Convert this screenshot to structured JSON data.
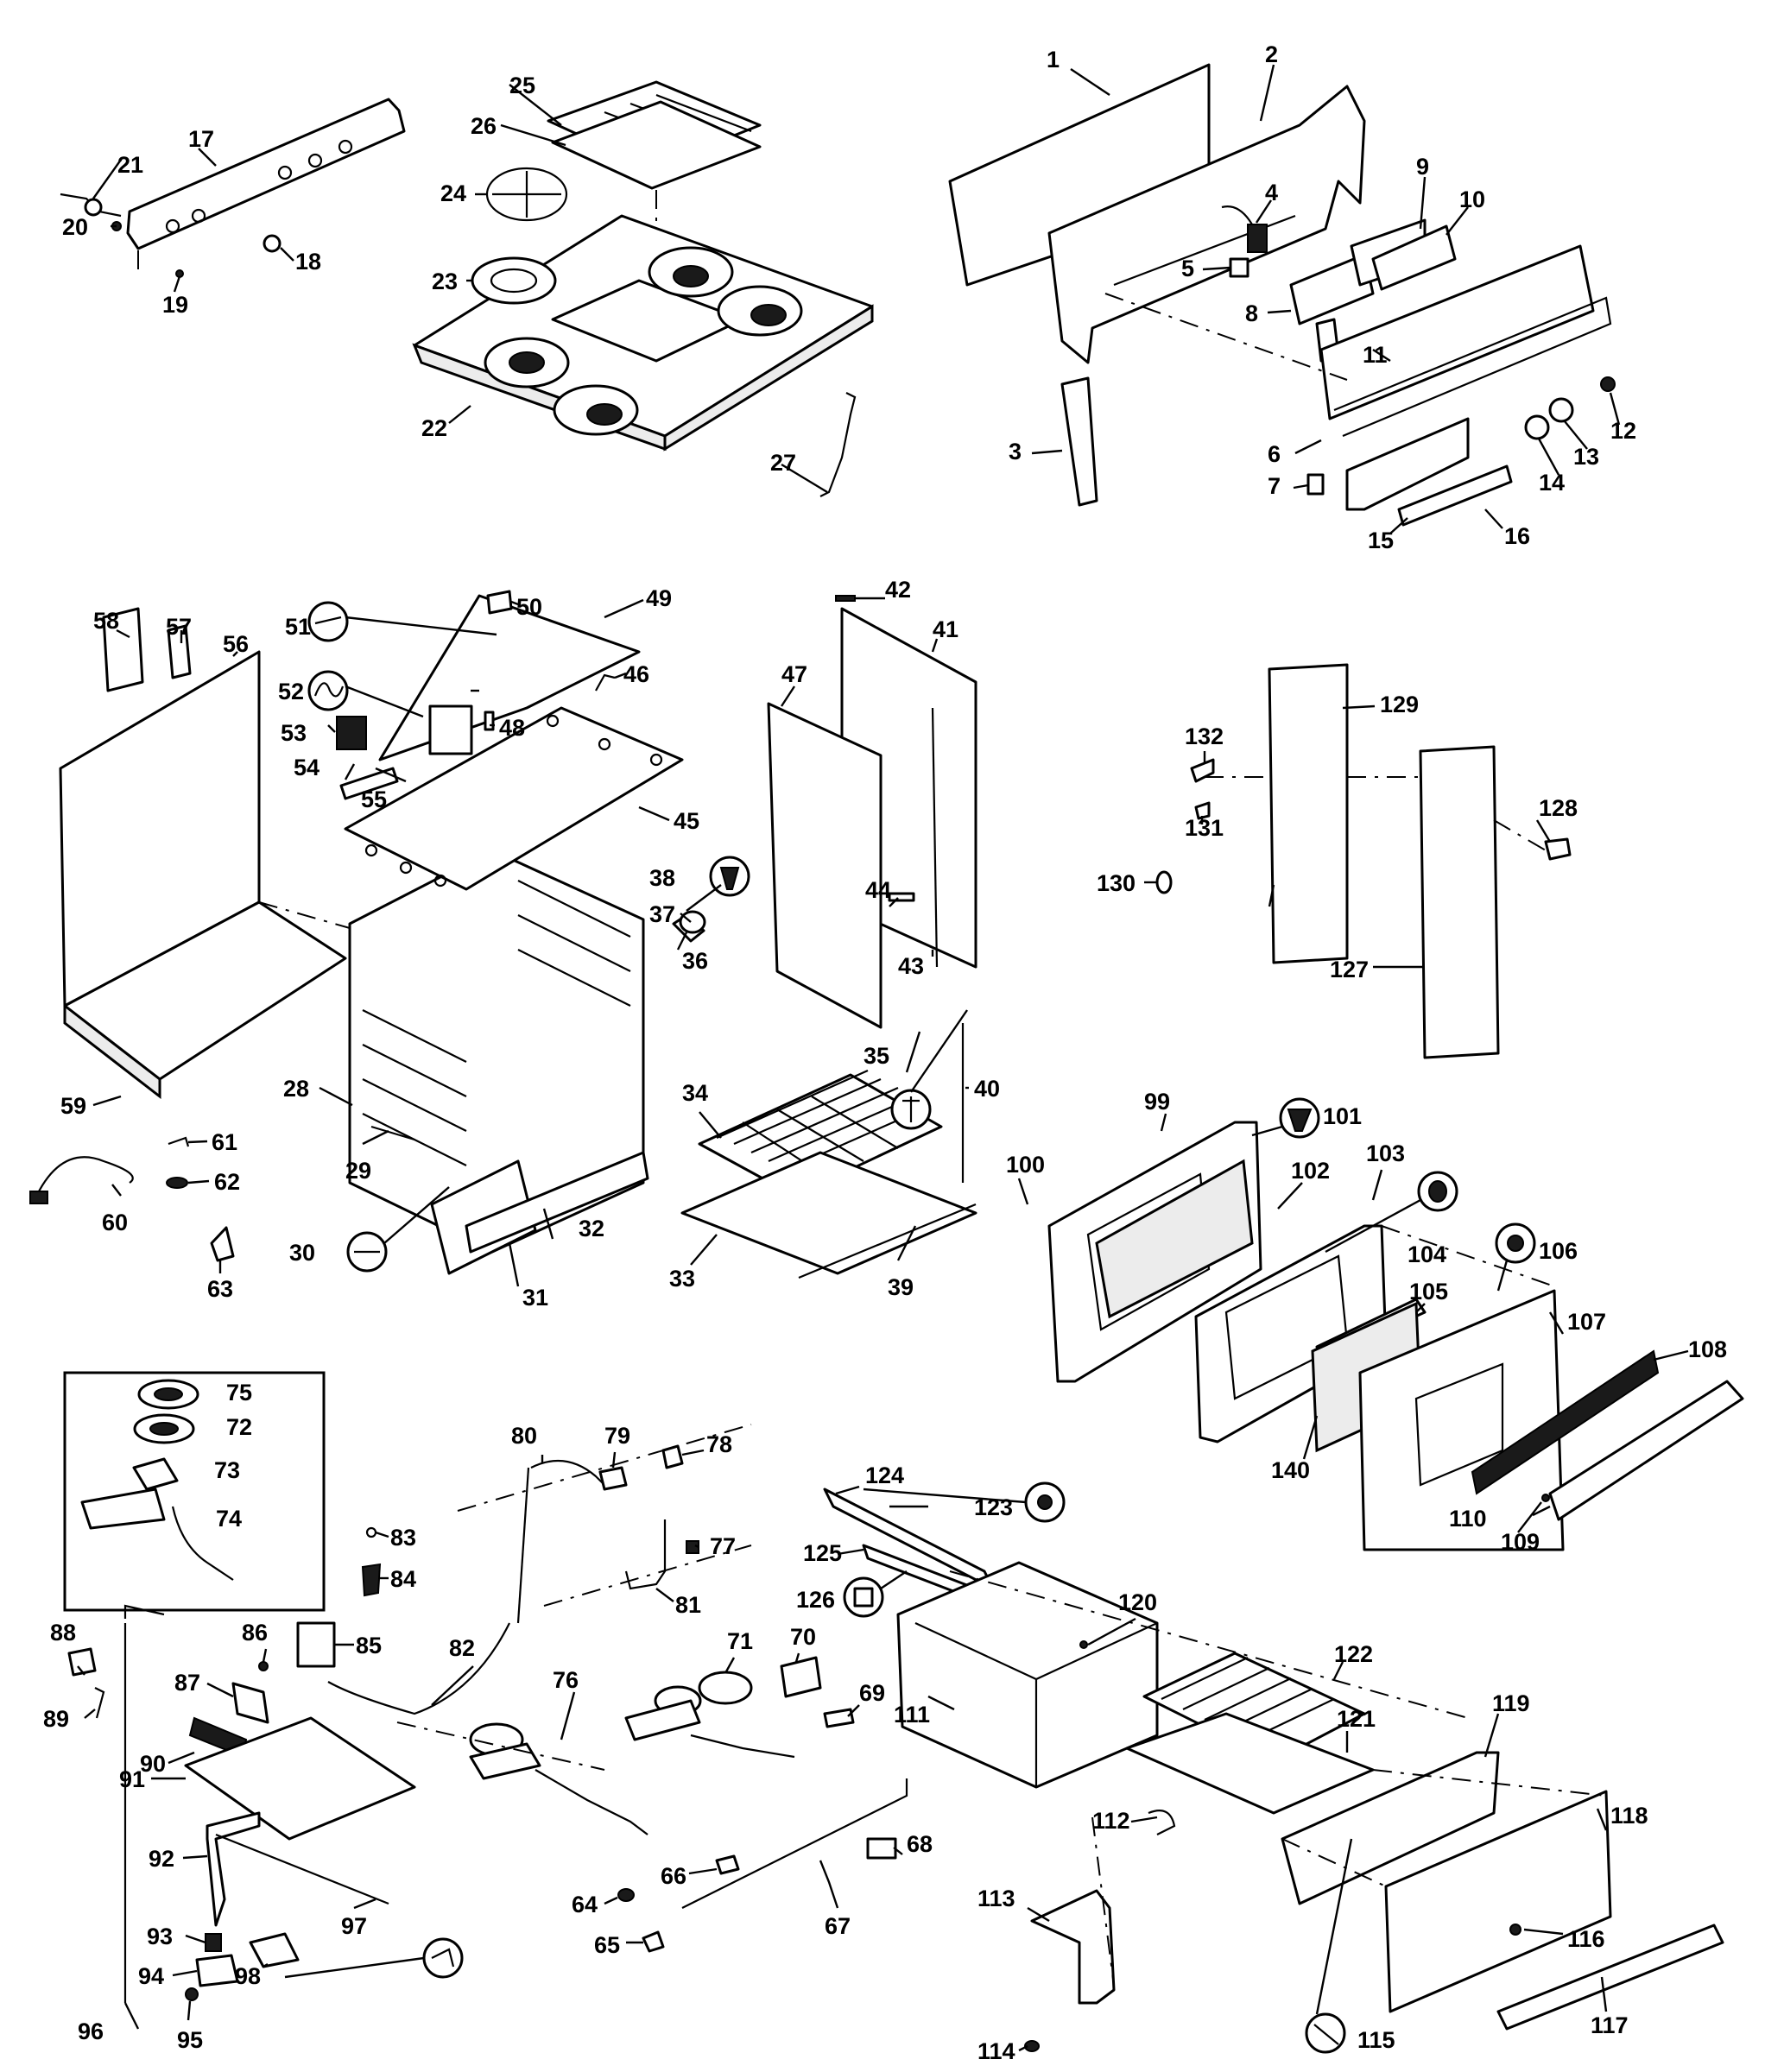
{
  "diagram": {
    "part_numbers": [
      "1",
      "2",
      "3",
      "4",
      "5",
      "6",
      "7",
      "8",
      "9",
      "10",
      "11",
      "12",
      "13",
      "14",
      "15",
      "16",
      "17",
      "18",
      "19",
      "20",
      "21",
      "22",
      "23",
      "24",
      "25",
      "26",
      "27",
      "28",
      "29",
      "30",
      "31",
      "32",
      "33",
      "34",
      "35",
      "36",
      "37",
      "38",
      "39",
      "40",
      "41",
      "42",
      "43",
      "44",
      "45",
      "46",
      "47",
      "48",
      "49",
      "50",
      "51",
      "52",
      "53",
      "54",
      "55",
      "56",
      "57",
      "58",
      "59",
      "60",
      "61",
      "62",
      "63",
      "64",
      "65",
      "66",
      "67",
      "68",
      "69",
      "70",
      "71",
      "72",
      "73",
      "74",
      "75",
      "76",
      "77",
      "78",
      "79",
      "80",
      "81",
      "82",
      "83",
      "84",
      "85",
      "86",
      "87",
      "88",
      "89",
      "90",
      "91",
      "92",
      "93",
      "94",
      "95",
      "96",
      "97",
      "98",
      "99",
      "100",
      "101",
      "102",
      "103",
      "104",
      "105",
      "106",
      "107",
      "108",
      "109",
      "110",
      "111",
      "112",
      "113",
      "114",
      "115",
      "116",
      "117",
      "118",
      "119",
      "120",
      "121",
      "122",
      "123",
      "124",
      "125",
      "126",
      "127",
      "128",
      "129",
      "130",
      "131",
      "132",
      "140"
    ]
  }
}
